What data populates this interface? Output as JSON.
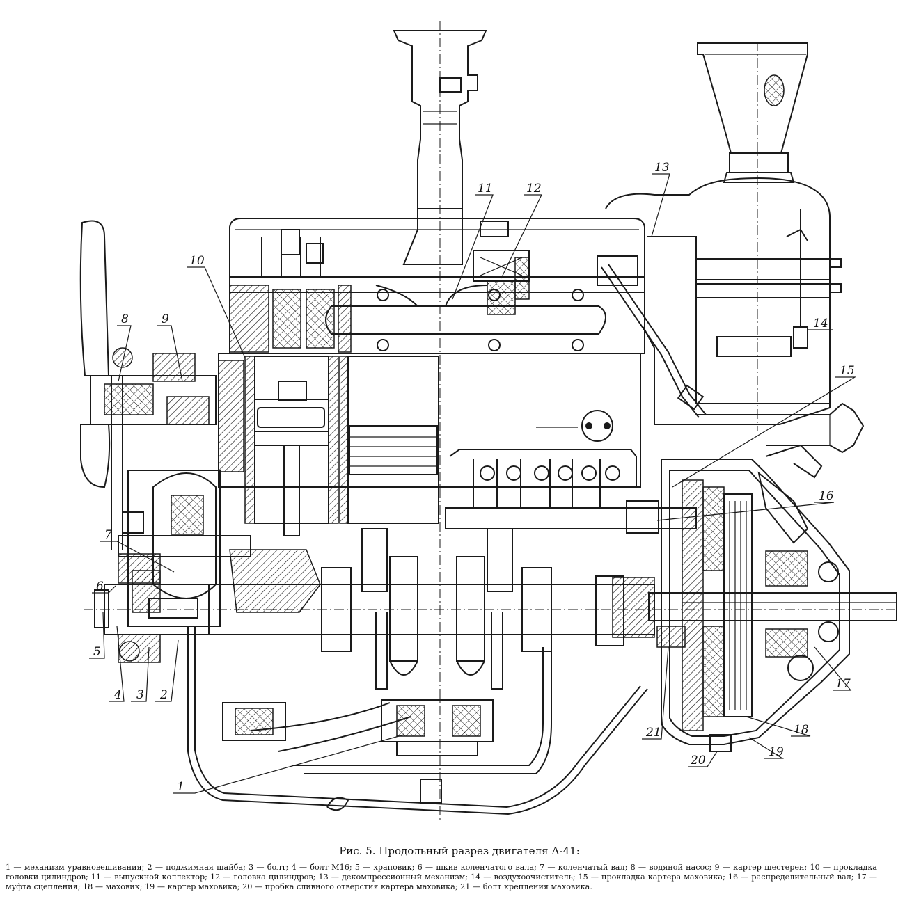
{
  "figure": {
    "caption": "Рис. 5. Продольный разрез двигателя А-41:",
    "legend": [
      {
        "id": "1",
        "text": "1 — механизм уравновешивания;"
      },
      {
        "id": "2",
        "text": "2 — поджимная шайба;"
      },
      {
        "id": "3",
        "text": "3 — болт;"
      },
      {
        "id": "4",
        "text": "4 — болт М16;"
      },
      {
        "id": "5",
        "text": "5 — храповик;"
      },
      {
        "id": "6",
        "text": "6 — шкив коленчатого вала;"
      },
      {
        "id": "7",
        "text": "7 — коленчатый вал;"
      },
      {
        "id": "8",
        "text": "8 — водяной насос;"
      },
      {
        "id": "9",
        "text": "9 — картер шестерен;"
      },
      {
        "id": "10",
        "text": "10 — прокладка головки цилиндров;"
      },
      {
        "id": "11",
        "text": "11 — выпускной коллектор;"
      },
      {
        "id": "12",
        "text": "12 — головка цилиндров;"
      },
      {
        "id": "13",
        "text": "13 — декомпрессионный механизм;"
      },
      {
        "id": "14",
        "text": "14 — воздухоочиститель;"
      },
      {
        "id": "15",
        "text": "15 — прокладка картера маховика;"
      },
      {
        "id": "16",
        "text": "16 — распределительный вал;"
      },
      {
        "id": "17",
        "text": "17 — муфта сцепления;"
      },
      {
        "id": "18",
        "text": "18 — маховик;"
      },
      {
        "id": "19",
        "text": "19 — картер маховика;"
      },
      {
        "id": "20",
        "text": "20 — пробка сливного отверстия картера маховика;"
      },
      {
        "id": "21",
        "text": "21 — болт крепления маховика."
      }
    ],
    "callouts": [
      "1",
      "2",
      "3",
      "4",
      "5",
      "6",
      "7",
      "8",
      "9",
      "10",
      "11",
      "12",
      "13",
      "14",
      "15",
      "16",
      "17",
      "18",
      "19",
      "20",
      "21"
    ]
  }
}
